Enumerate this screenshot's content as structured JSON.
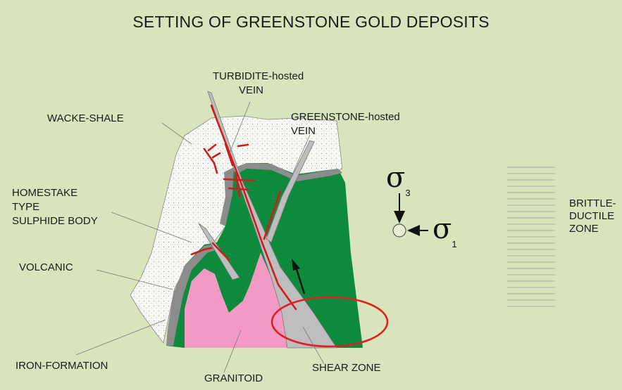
{
  "title": "SETTING OF GREENSTONE GOLD DEPOSITS",
  "labels": {
    "turbidite_vein": [
      "TURBIDITE-hosted",
      "VEIN"
    ],
    "greenstone_vein": [
      "GREENSTONE-hosted",
      "VEIN"
    ],
    "wacke_shale": "WACKE-SHALE",
    "homestake": [
      "HOMESTAKE",
      "TYPE",
      "SULPHIDE BODY"
    ],
    "volcanic": "VOLCANIC",
    "iron_formation": "IRON-FORMATION",
    "granitoid": "GRANITOID",
    "shear_zone": "SHEAR ZONE",
    "brittle_ductile": [
      "BRITTLE-",
      "DUCTILE",
      "ZONE"
    ]
  },
  "stress": {
    "sigma": "σ",
    "sigma3_sub": "3",
    "sigma1_sub": "1"
  },
  "colors": {
    "background": "#d9e4bd",
    "greenstone": "#0d8a3c",
    "granitoid": "#f39ac4",
    "vein": "#bdbdbd",
    "wacke": "#f7f7f3",
    "vein_lines": "#d01c1c",
    "ellipse": "#e02020"
  }
}
